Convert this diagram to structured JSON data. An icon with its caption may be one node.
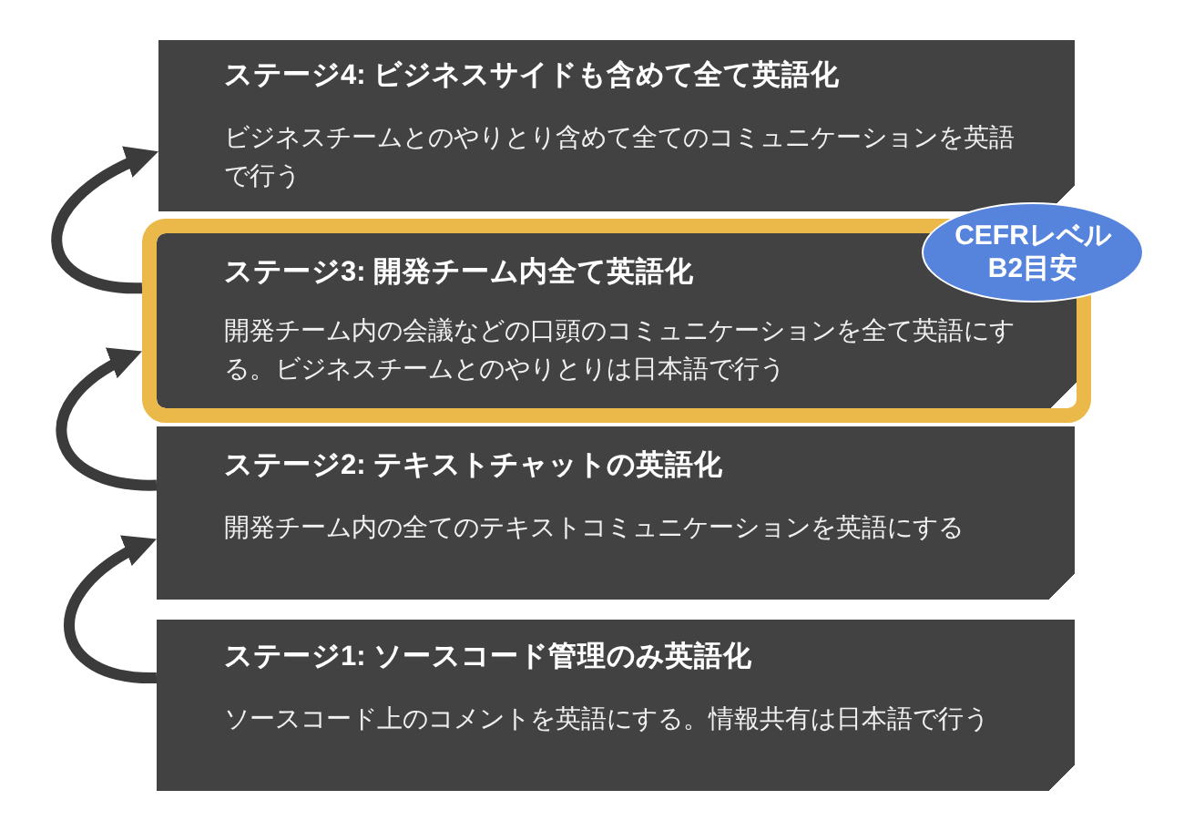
{
  "diagram": {
    "nodes": [
      {
        "text": [
          "ステージ4: ビジネスサイドも含めて全て英語化",
          "ビジネスチームとのやりとり含めて全てのコミュニケーションを英語で行う"
        ]
      },
      {
        "text": [
          "ステージ3: 開発チーム内全て英語化",
          "開発チーム内の会議などの口頭のコミュニケーションを全て英語にする。ビジネスチームとのやりとりは日本語で行う"
        ]
      },
      {
        "text": [
          "CEFRレベル B2目安"
        ]
      },
      {
        "text": [
          "ステージ2: テキストチャットの英語化",
          "開発チーム内の全てのテキストコミュニケーションを英語にする"
        ]
      },
      {
        "text": [
          "ステージ1: ソースコード管理のみ英語化",
          "ソースコード上のコメントを英語にする。情報共有は日本語で行う"
        ]
      }
    ],
    "edges": [
      {
        "from": 4,
        "to": 3,
        "arrow": "to"
      },
      {
        "from": 3,
        "to": 1,
        "arrow": "to"
      },
      {
        "from": 1,
        "to": 0,
        "arrow": "to"
      }
    ]
  }
}
